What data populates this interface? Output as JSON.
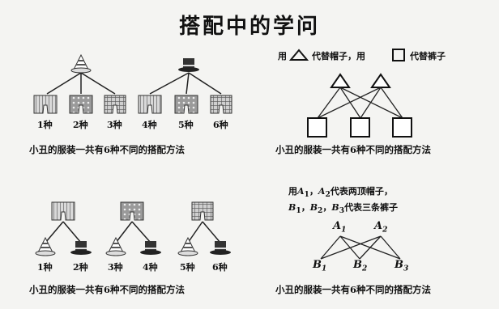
{
  "title": "搭配中的学问",
  "caption": "小丑的服装一共有6种不同的搭配方法",
  "counts": [
    "1种",
    "2种",
    "3种",
    "4种",
    "5种",
    "6种"
  ],
  "shape_note": {
    "prefix": "用",
    "mid": "代替帽子，用",
    "suffix": "代替裤子"
  },
  "letter_note": {
    "line1_pre": "用",
    "line1_post": "代表两顶帽子，",
    "line2_post": "代表三条裤子",
    "a1": "A",
    "a1_sub": "1",
    "a2": "A",
    "a2_sub": "2",
    "b1": "B",
    "b1_sub": "1",
    "b2": "B",
    "b2_sub": "2",
    "b3": "B",
    "b3_sub": "3",
    "sep": "，"
  },
  "node_labels": {
    "top": [
      [
        "A",
        "1"
      ],
      [
        "A",
        "2"
      ]
    ],
    "bottom": [
      [
        "B",
        "1"
      ],
      [
        "B",
        "2"
      ],
      [
        "B",
        "3"
      ]
    ]
  }
}
